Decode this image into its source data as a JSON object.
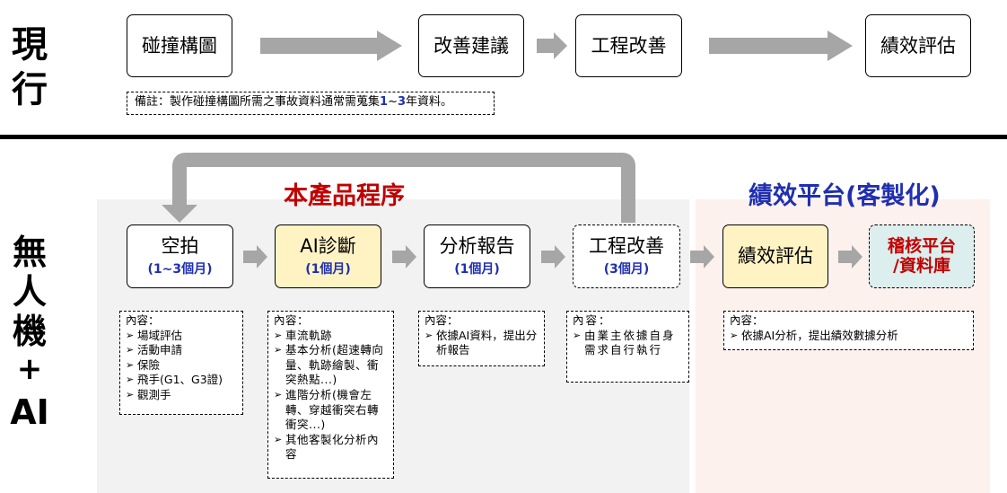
{
  "current": {
    "label_chars": [
      "現",
      "行"
    ],
    "boxes": [
      "碰撞構圖",
      "改善建議",
      "工程改善",
      "績效評估"
    ],
    "note": {
      "before": "備註：製作碰撞構圖所需之事故資料通常需蒐集",
      "n1": "1",
      "tilde": "~",
      "n2": "3",
      "after": "年資料。"
    }
  },
  "drone": {
    "label_chars": [
      "無",
      "人",
      "機",
      "+",
      "AI"
    ],
    "product_process_title": "本產品程序",
    "platform_title": "績效平台(客製化)",
    "steps": [
      {
        "title": "空拍",
        "sub": "(1~3個月)"
      },
      {
        "title": "AI診斷",
        "sub": "(1個月)"
      },
      {
        "title": "分析報告",
        "sub": "(1個月)"
      },
      {
        "title": "工程改善",
        "sub": "(3個月)"
      },
      {
        "title": "績效評估",
        "sub": ""
      },
      {
        "title": "稽核平台/資料庫",
        "line1": "稽核平台",
        "line2": "/資料庫"
      }
    ],
    "notes": [
      {
        "header": "內容：",
        "items": [
          "場域評估",
          "活動申請",
          "保險",
          "飛手(G1、G3證)",
          "觀測手"
        ]
      },
      {
        "header": "內容：",
        "items": [
          "車流軌跡",
          "基本分析(超速轉向量、軌跡繪製、衝突熱點...)",
          "進階分析(機會左轉、穿越衝突右轉衝突...)",
          "其他客製化分析內容"
        ]
      },
      {
        "header": "內容：",
        "items": [
          "依據AI資料，提出分析報告"
        ]
      },
      {
        "header": "內容：",
        "items": [
          "由業主依據自身需求自行執行"
        ]
      },
      {
        "header": "內容：",
        "items": [
          "依據AI分析，提出績效數據分析"
        ]
      }
    ]
  },
  "colors": {
    "accent_red": "#c00000",
    "accent_blue": "#1f2fb0",
    "arrow_gray": "#a6a6a6",
    "yellow": "#fff3c4",
    "teal": "#dceeed",
    "product_bg": "#f2f2f2",
    "platform_bg": "#fdf1ee"
  }
}
